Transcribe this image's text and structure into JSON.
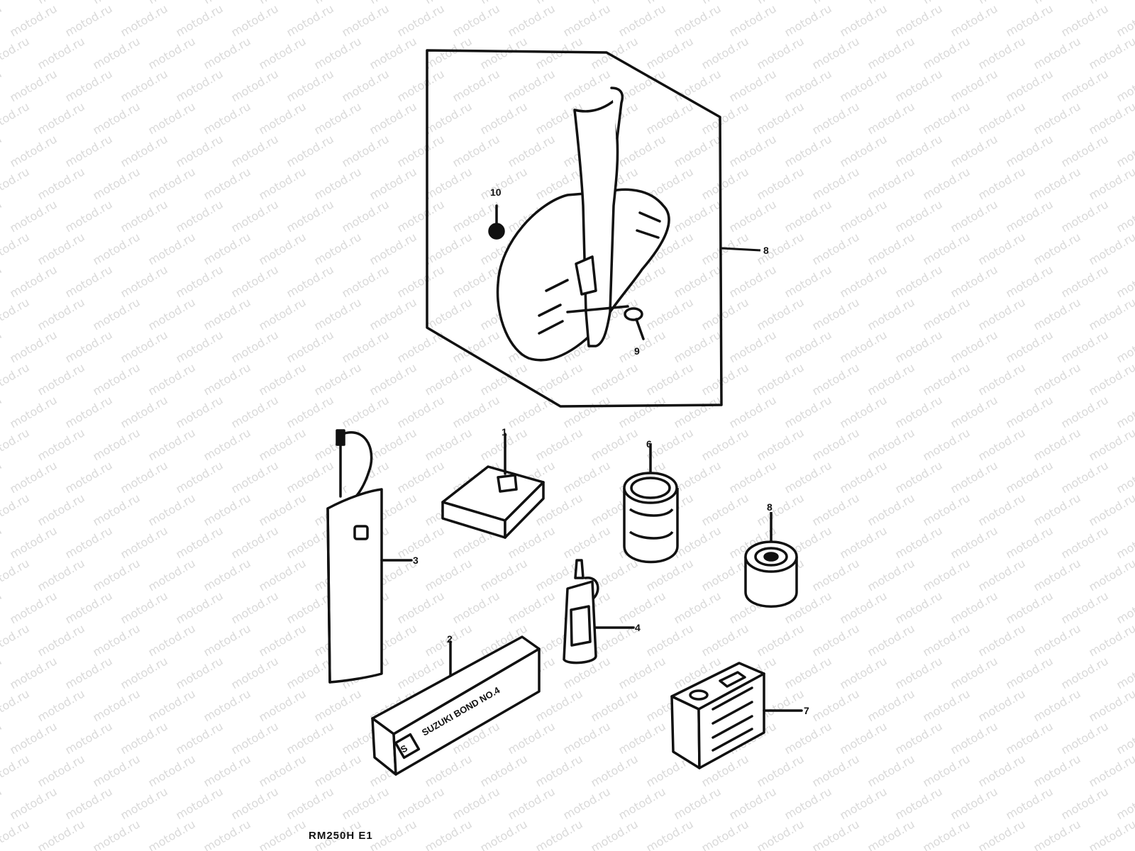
{
  "watermark": "motod.ru",
  "diagram_code": "RM250H E1",
  "callouts": {
    "c1": "1",
    "c2": "2",
    "c3": "3",
    "c4": "4",
    "c6": "6",
    "c7": "7",
    "c8": "8",
    "c9": "9",
    "c10": "10",
    "c8b": "8"
  },
  "box_text": {
    "line1": "SUZUKI BOND NO.4",
    "badge": "S"
  },
  "colors": {
    "ink": "#111111",
    "paper": "#ffffff",
    "watermark": "#d9d9d9"
  }
}
